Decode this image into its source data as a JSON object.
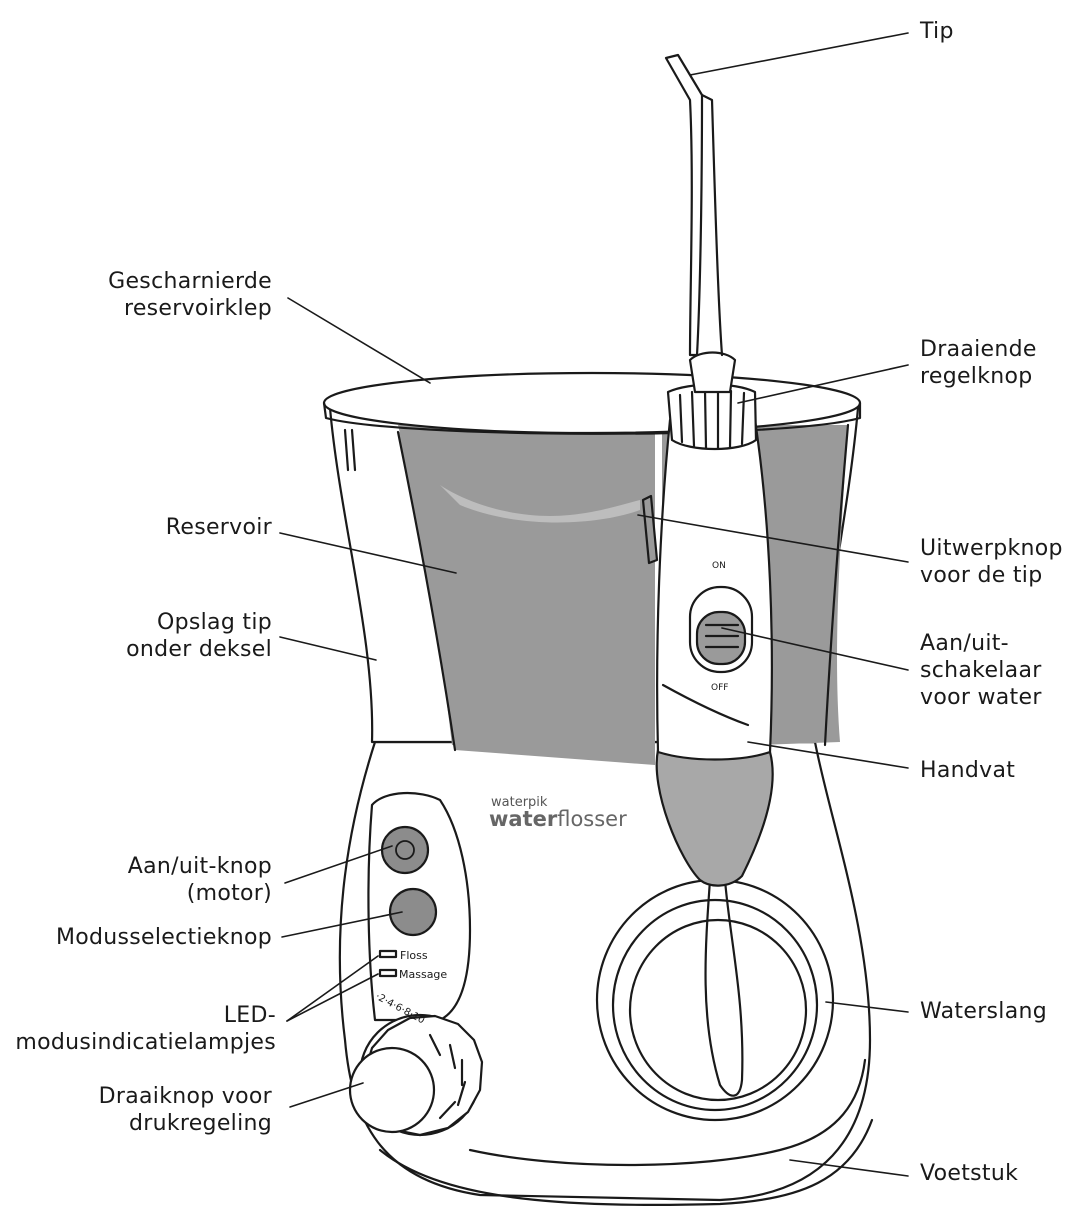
{
  "labels": {
    "tip": "Tip",
    "lid_line1": "Gescharnierde",
    "lid_line2": "reservoirklep",
    "control_line1": "Draaiende",
    "control_line2": "regelknop",
    "reservoir": "Reservoir",
    "eject_line1": "Uitwerpknop",
    "eject_line2": "voor de tip",
    "storage_line1": "Opslag tip",
    "storage_line2": "onder deksel",
    "switch_line1": "Aan/uit-",
    "switch_line2": "schakelaar",
    "switch_line3": "voor water",
    "handle": "Handvat",
    "power_line1": "Aan/uit-knop",
    "power_line2": "(motor)",
    "mode": "Modusselectieknop",
    "led_line1": "LED-",
    "led_line2": "modusindicatielampjes",
    "dial_line1": "Draaiknop voor",
    "dial_line2": "drukregeling",
    "hose": "Waterslang",
    "base": "Voetstuk"
  },
  "device_text": {
    "brand_small": "waterpik",
    "brand_bold": "water",
    "brand_light": "flosser",
    "on": "ON",
    "off": "OFF",
    "floss": "Floss",
    "massage": "Massage",
    "dial_scale": "·2·4·6·8·10"
  },
  "colors": {
    "outline": "#1a1a1a",
    "water": "#9a9a9a",
    "water_light": "#bdbdbd",
    "hose_grip": "#a8a8a8",
    "button": "#8c8c8c",
    "body": "#ffffff"
  }
}
